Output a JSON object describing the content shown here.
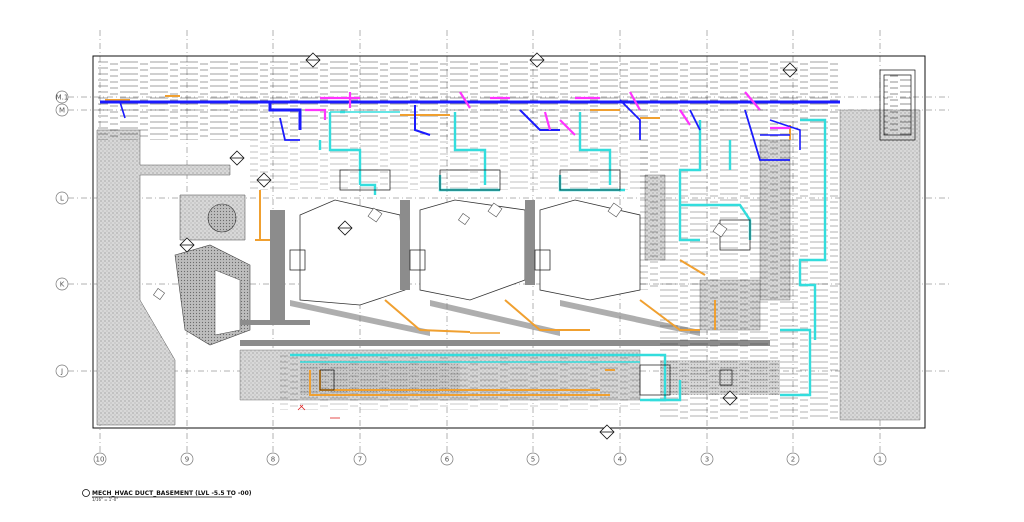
{
  "drawing": {
    "title": "MECH_HVAC DUCT_BASEMENT (LVL -5.5 TO -00)",
    "scale_note": "1/16\" = 1'-0\"",
    "colors": {
      "background": "#ffffff",
      "linework": "#1a1a1a",
      "supply_duct": "#1a1aff",
      "exhaust_duct": "#ff33ff",
      "return_duct": "#33dddd",
      "outside_air_duct": "#f0a030",
      "hatch": "#9a9a9a",
      "gridline": "#666666"
    }
  },
  "grid": {
    "columns": [
      "10",
      "9",
      "8",
      "7",
      "6",
      "5",
      "4",
      "3",
      "2",
      "1"
    ],
    "rows": [
      "M.1",
      "M",
      "L",
      "K",
      "J"
    ]
  }
}
